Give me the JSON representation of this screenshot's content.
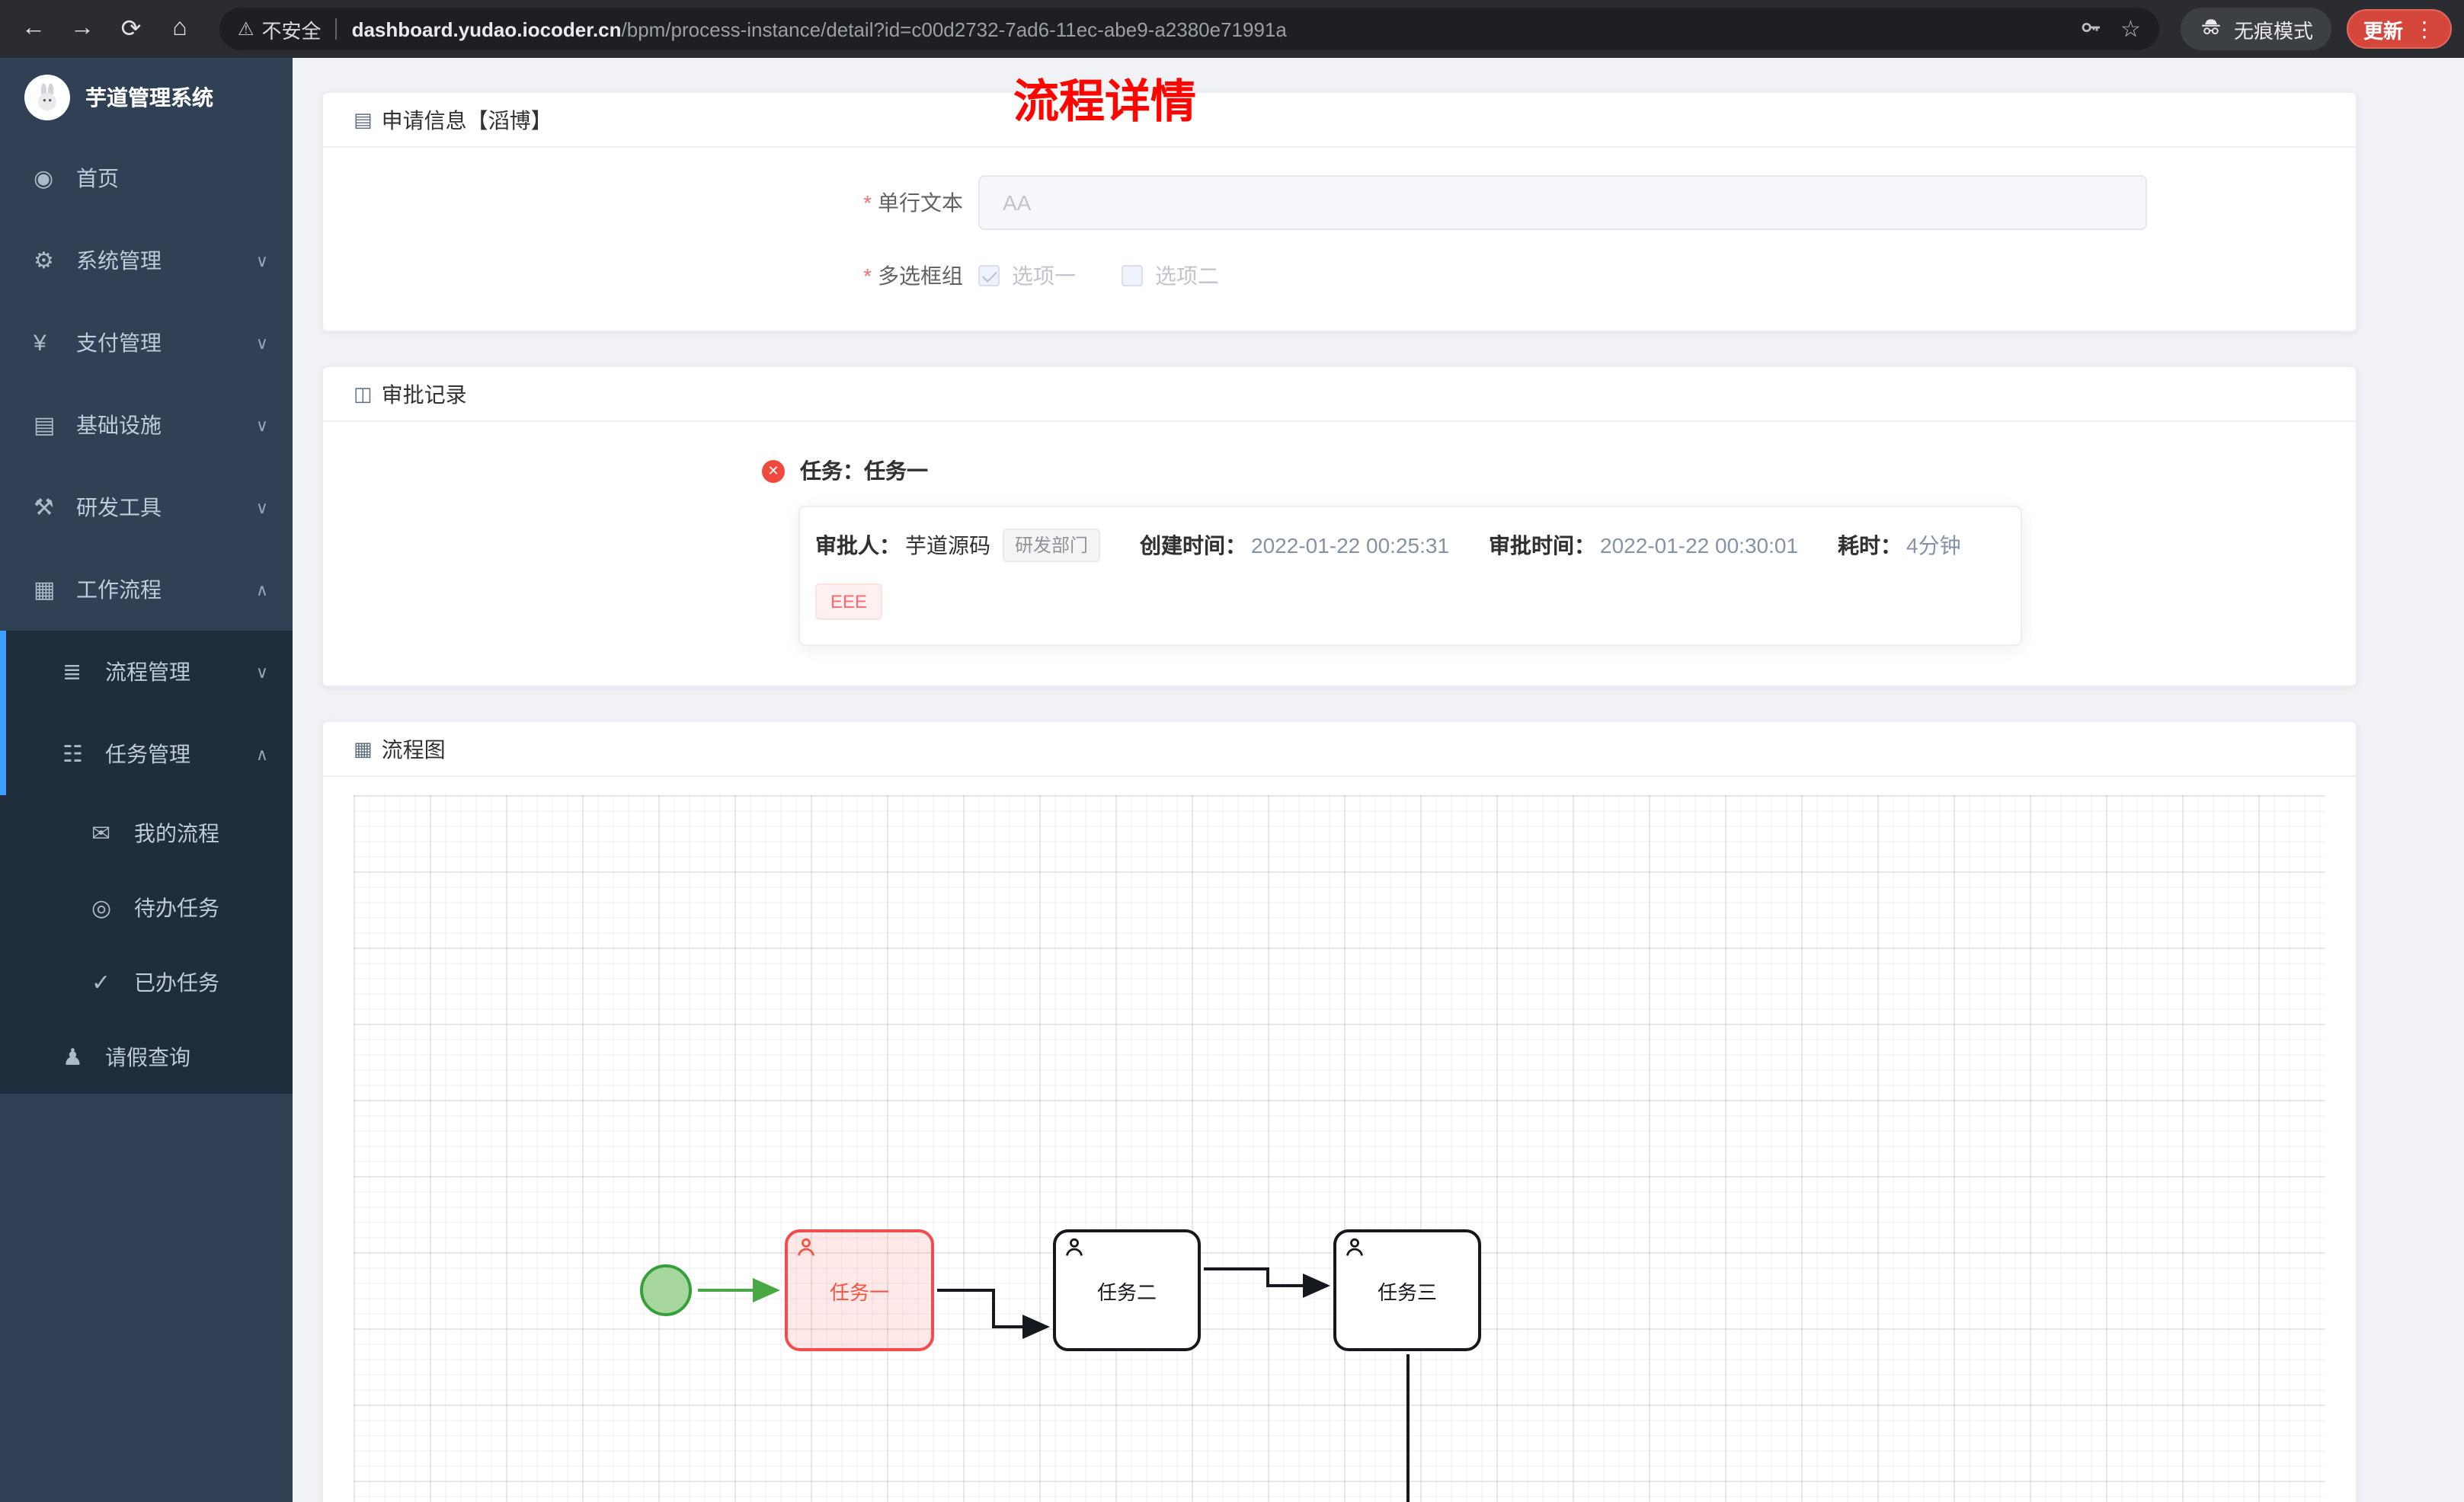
{
  "browser": {
    "security_label": "不安全",
    "url_host": "dashboard.yudao.iocoder.cn",
    "url_path": "/bpm/process-instance/detail?id=c00d2732-7ad6-11ec-abe9-a2380e71991a",
    "incognito_label": "无痕模式",
    "update_label": "更新"
  },
  "sidebar": {
    "app_title": "芋道管理系统",
    "items": [
      {
        "label": "首页",
        "icon": "dashboard-icon",
        "expandable": false
      },
      {
        "label": "系统管理",
        "icon": "gear-icon",
        "expandable": true,
        "expanded": false
      },
      {
        "label": "支付管理",
        "icon": "payment-icon",
        "expandable": true,
        "expanded": false
      },
      {
        "label": "基础设施",
        "icon": "infrastructure-icon",
        "expandable": true,
        "expanded": false
      },
      {
        "label": "研发工具",
        "icon": "devtools-icon",
        "expandable": true,
        "expanded": false
      },
      {
        "label": "工作流程",
        "icon": "workflow-icon",
        "expandable": true,
        "expanded": true
      }
    ],
    "workflow_children": {
      "process_mgmt": {
        "label": "流程管理",
        "expanded": false
      },
      "task_mgmt": {
        "label": "任务管理",
        "expanded": true,
        "children": [
          {
            "label": "我的流程",
            "icon": "my-process-icon"
          },
          {
            "label": "待办任务",
            "icon": "todo-task-icon"
          },
          {
            "label": "已办任务",
            "icon": "done-task-icon"
          }
        ]
      },
      "leave_query": {
        "label": "请假查询",
        "icon": "person-icon"
      }
    }
  },
  "page_title": "流程详情",
  "apply_card": {
    "header": "申请信息【滔博】",
    "text_field": {
      "label": "单行文本",
      "required": true,
      "value": "AA",
      "disabled": true
    },
    "checkbox_field": {
      "label": "多选框组",
      "required": true,
      "disabled": true,
      "options": [
        {
          "label": "选项一",
          "checked": true
        },
        {
          "label": "选项二",
          "checked": false
        }
      ]
    }
  },
  "approval_card": {
    "header": "审批记录",
    "task_status": "rejected",
    "task_title": "任务：任务一",
    "fields": {
      "approver_label": "审批人：",
      "approver": "芋道源码",
      "dept_tag": "研发部门",
      "created_label": "创建时间：",
      "created": "2022-01-22 00:25:31",
      "approved_label": "审批时间：",
      "approved": "2022-01-22 00:30:01",
      "duration_label": "耗时：",
      "duration": "4分钟"
    },
    "comment_tag": "EEE"
  },
  "diagram_card": {
    "header": "流程图",
    "nodes": [
      {
        "label": "任务一",
        "status": "current-rejected"
      },
      {
        "label": "任务二",
        "status": "pending"
      },
      {
        "label": "任务三",
        "status": "pending"
      }
    ],
    "colors": {
      "highlight_node": "#f44c4c",
      "executed_path": "#48a843",
      "start_event_fill": "#a6d69b",
      "start_event_border": "#359f3c"
    }
  },
  "colors": {
    "sidebar_bg": "#304156",
    "submenu_bg": "#1f2d3d",
    "accent_blue": "#409eff",
    "title_red": "#fe0500",
    "danger": "#f56c6c"
  }
}
